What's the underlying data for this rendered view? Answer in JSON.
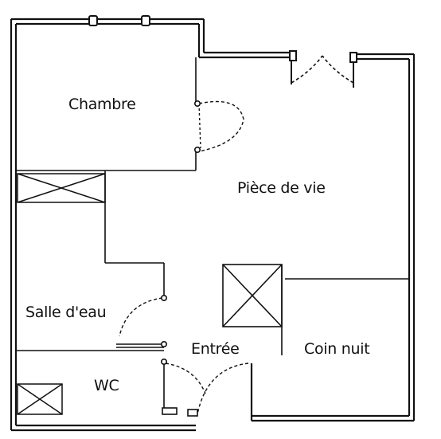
{
  "rooms": {
    "chambre": "Chambre",
    "piece_de_vie": "Pièce de vie",
    "salle_deau": "Salle d'eau",
    "entree": "Entrée",
    "coin_nuit": "Coin nuit",
    "wc": "WC"
  },
  "colors": {
    "wall": "#111111",
    "background": "#ffffff"
  }
}
